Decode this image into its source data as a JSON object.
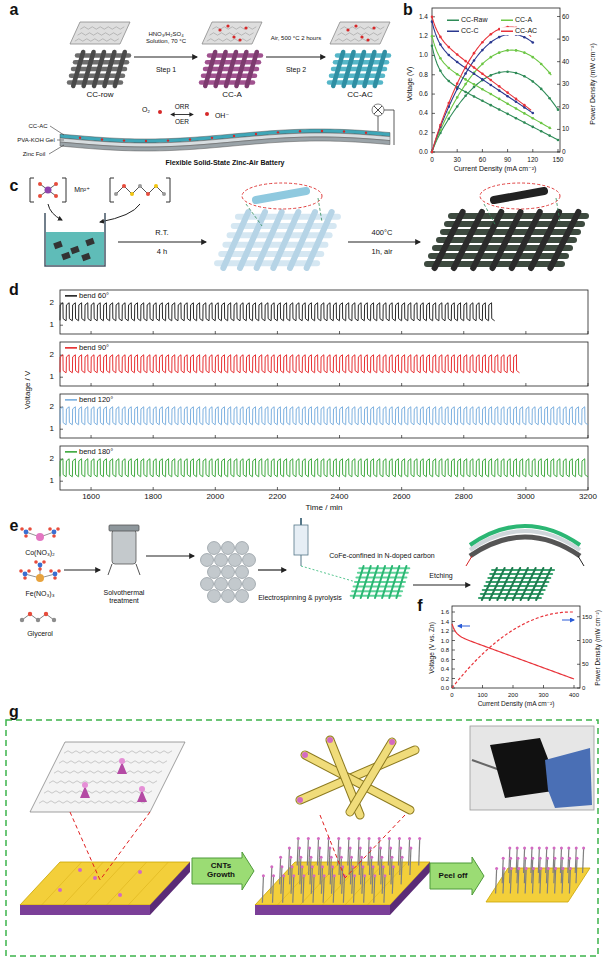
{
  "diagram": {
    "labels": [
      "a",
      "CC-row",
      "HNO₃/H₂SO₄ Solution, 70 °C",
      "Step 1",
      "CC-A",
      "Air, 500 °C 2 hours",
      "Step 2",
      "CC-AC",
      "O₂",
      "ORR",
      "OER",
      "OH⁻",
      "CC-AC",
      "PVA-KOH Gel",
      "Zinc Foil",
      "Flexible Solid-State Zinc-Air Battery",
      "b",
      "0.0",
      "0.2",
      "0.4",
      "0.6",
      "0.8",
      "1.0",
      "1.2",
      "1.4",
      "0",
      "30",
      "60",
      "90",
      "120",
      "150",
      "0",
      "10",
      "20",
      "30",
      "40",
      "50",
      "60",
      "Voltage (V)",
      "Current Density (mA cm⁻²)",
      "Power Density (mW cm⁻²)",
      "c",
      "Mn²⁺",
      "R.T.",
      "4 h",
      "400°C",
      "1h, air",
      "d",
      "2",
      "1",
      "2",
      "1",
      "2",
      "1",
      "2",
      "1",
      "Voltage / V",
      "1600",
      "1800",
      "2000",
      "2200",
      "2400",
      "2600",
      "2800",
      "3000",
      "3200",
      "Time / min",
      "e",
      "Co(NO₃)₂",
      "Fe(NO₃)₃",
      "Glycerol",
      "Solvothermal treatment",
      "Electrospinning & pyrolysis",
      "CoFe-confined in N-doped carbon",
      "Etching",
      "f",
      "Voltage (V vs. Zn)",
      "0.0",
      "0.2",
      "0.4",
      "0.6",
      "0.8",
      "1.0",
      "1.2",
      "1.4",
      "1.6",
      "0",
      "100",
      "200",
      "300",
      "400",
      "Current Density (mA cm⁻²)",
      "0",
      "50",
      "100",
      "150",
      "Power Density (mW cm⁻²)",
      "g",
      "CNTs Growth",
      "Peel off"
    ],
    "legend": [
      {
        "text": "CC-Raw"
      },
      {
        "text": "CC-A"
      },
      {
        "text": "CC-C"
      },
      {
        "text": "CC-AC"
      },
      {
        "text": "bend 60°"
      },
      {
        "text": "bend 90°"
      },
      {
        "text": "bend 120°"
      },
      {
        "text": "bend 180°"
      }
    ]
  }
}
